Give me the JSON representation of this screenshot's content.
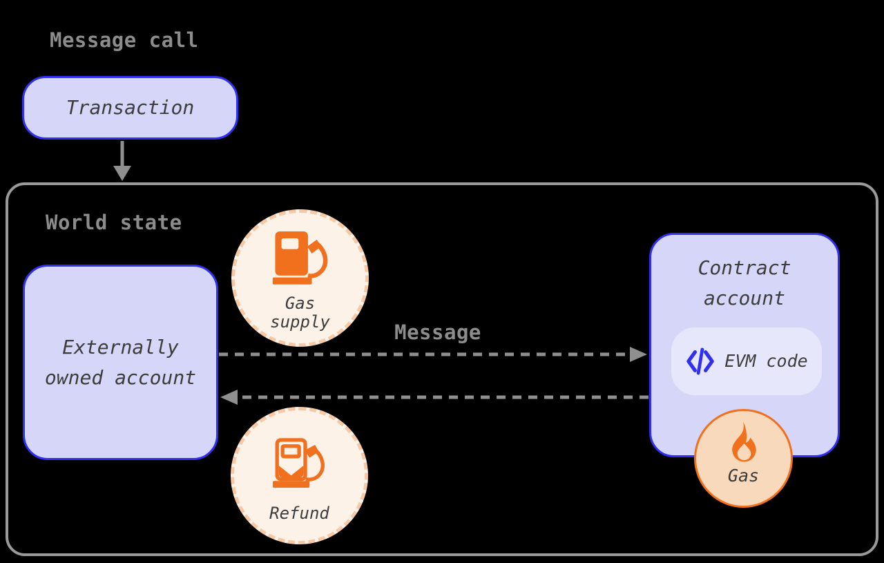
{
  "colors": {
    "bg": "#000000",
    "lavender": "#d6d6f8",
    "lavender_light": "#e7e7fc",
    "blue": "#3030ee",
    "gray_text": "#8c8c8c",
    "gray_border": "#9a9a9a",
    "arrow_gray": "#8f8f8f",
    "dark_text": "#3c3c3c",
    "orange": "#f0701e",
    "peach_fill": "#fdf2e8",
    "peach_dash": "#f6c8a3",
    "gas_fill": "#f9d9bb"
  },
  "diagram": {
    "title": "Message call",
    "transaction": {
      "label": "Transaction"
    },
    "world_state": {
      "label": "World state"
    },
    "eoa": {
      "line1": "Externally",
      "line2": "owned account"
    },
    "gas_supply": {
      "line1": "Gas",
      "line2": "supply",
      "icon": "gas-pump-icon"
    },
    "message": {
      "label": "Message"
    },
    "contract": {
      "line1": "Contract",
      "line2": "account"
    },
    "evm": {
      "label": "EVM code",
      "icon": "code-icon"
    },
    "gas": {
      "label": "Gas",
      "icon": "flame-icon"
    },
    "refund": {
      "label": "Refund",
      "icon": "gas-pump-refund-icon"
    }
  }
}
